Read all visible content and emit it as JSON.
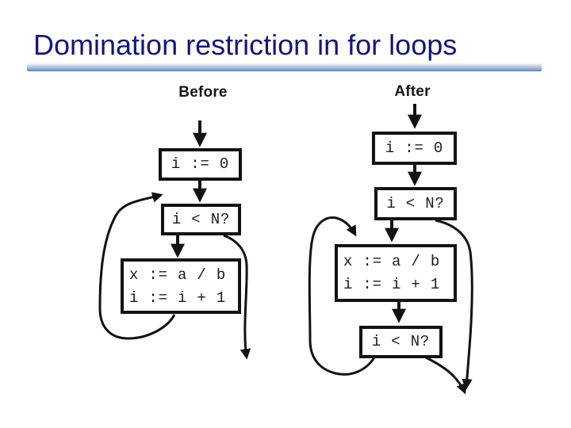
{
  "slide": {
    "title": "Domination restriction in for loops",
    "title_color": "#15157d",
    "rule_color_top": "#eff4fa",
    "rule_color_bottom": "#5d7aa8",
    "ink_color": "#121212",
    "background_color": "#ffffff"
  },
  "diagrams": {
    "before": {
      "label": "Before",
      "nodes": [
        {
          "id": "init",
          "lines": [
            "i := 0"
          ]
        },
        {
          "id": "test",
          "lines": [
            "i < N?"
          ]
        },
        {
          "id": "body",
          "lines": [
            "x := a / b",
            "i := i + 1"
          ]
        }
      ]
    },
    "after": {
      "label": "After",
      "nodes": [
        {
          "id": "init",
          "lines": [
            "i := 0"
          ]
        },
        {
          "id": "test1",
          "lines": [
            "i < N?"
          ]
        },
        {
          "id": "body",
          "lines": [
            "x := a / b",
            "i := i + 1"
          ]
        },
        {
          "id": "test2",
          "lines": [
            "i < N?"
          ]
        }
      ]
    }
  }
}
